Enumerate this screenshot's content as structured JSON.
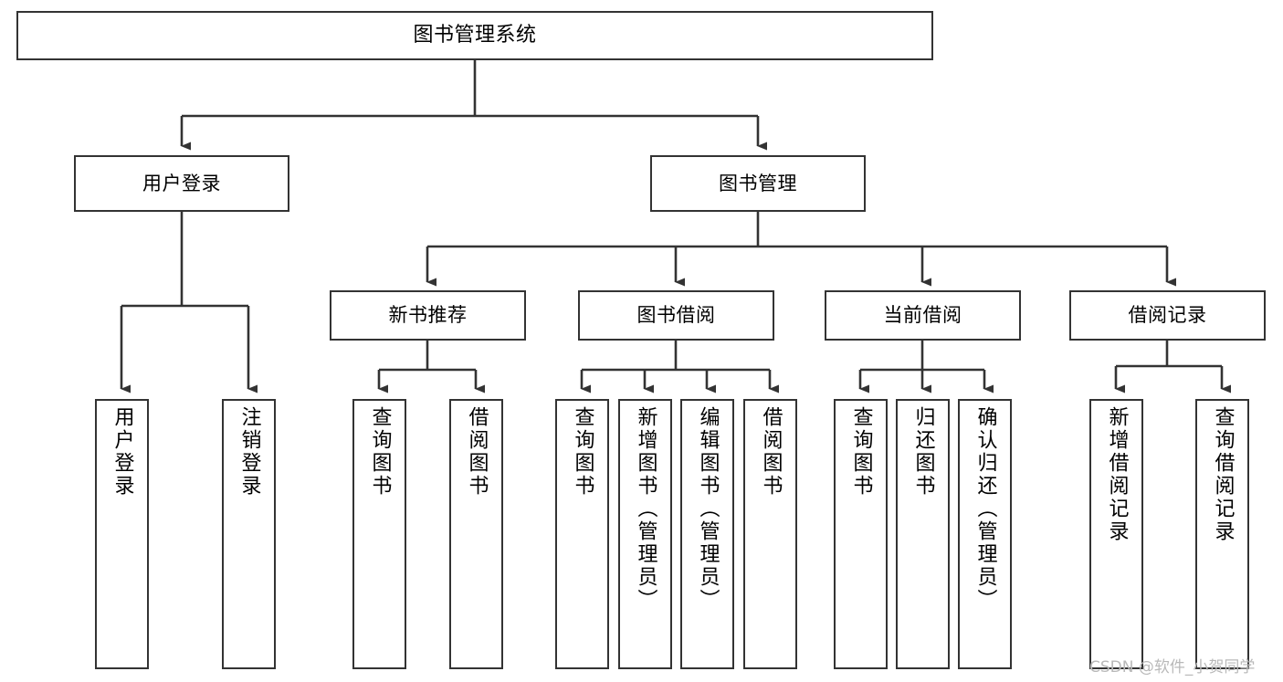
{
  "diagram": {
    "title": "图书管理系统",
    "type": "tree-hierarchy",
    "style": {
      "background": "#ffffff",
      "node_border": "#333333",
      "node_fill": "#ffffff",
      "edge_color": "#333333",
      "text_color": "#000000",
      "watermark_color": "#b9b9b9"
    },
    "watermark": "CSDN @软件_小贺同学",
    "levels": {
      "root": {
        "label": "图书管理系统"
      },
      "level2": [
        {
          "label": "用户登录"
        },
        {
          "label": "图书管理"
        }
      ],
      "level3": [
        {
          "label": "新书推荐"
        },
        {
          "label": "图书借阅"
        },
        {
          "label": "当前借阅"
        },
        {
          "label": "借阅记录"
        }
      ],
      "leaves": {
        "user_login": [
          {
            "label": "用户登录"
          },
          {
            "label": "注销登录"
          }
        ],
        "new_book_recommend": [
          {
            "label": "查询图书"
          },
          {
            "label": "借阅图书"
          }
        ],
        "book_borrow": [
          {
            "label": "查询图书"
          },
          {
            "label": "新增图书（管理员）"
          },
          {
            "label": "编辑图书（管理员）"
          },
          {
            "label": "借阅图书"
          }
        ],
        "current_borrow": [
          {
            "label": "查询图书"
          },
          {
            "label": "归还图书"
          },
          {
            "label": "确认归还（管理员）"
          }
        ],
        "borrow_record": [
          {
            "label": "新增借阅记录"
          },
          {
            "label": "查询借阅记录"
          }
        ]
      }
    }
  }
}
